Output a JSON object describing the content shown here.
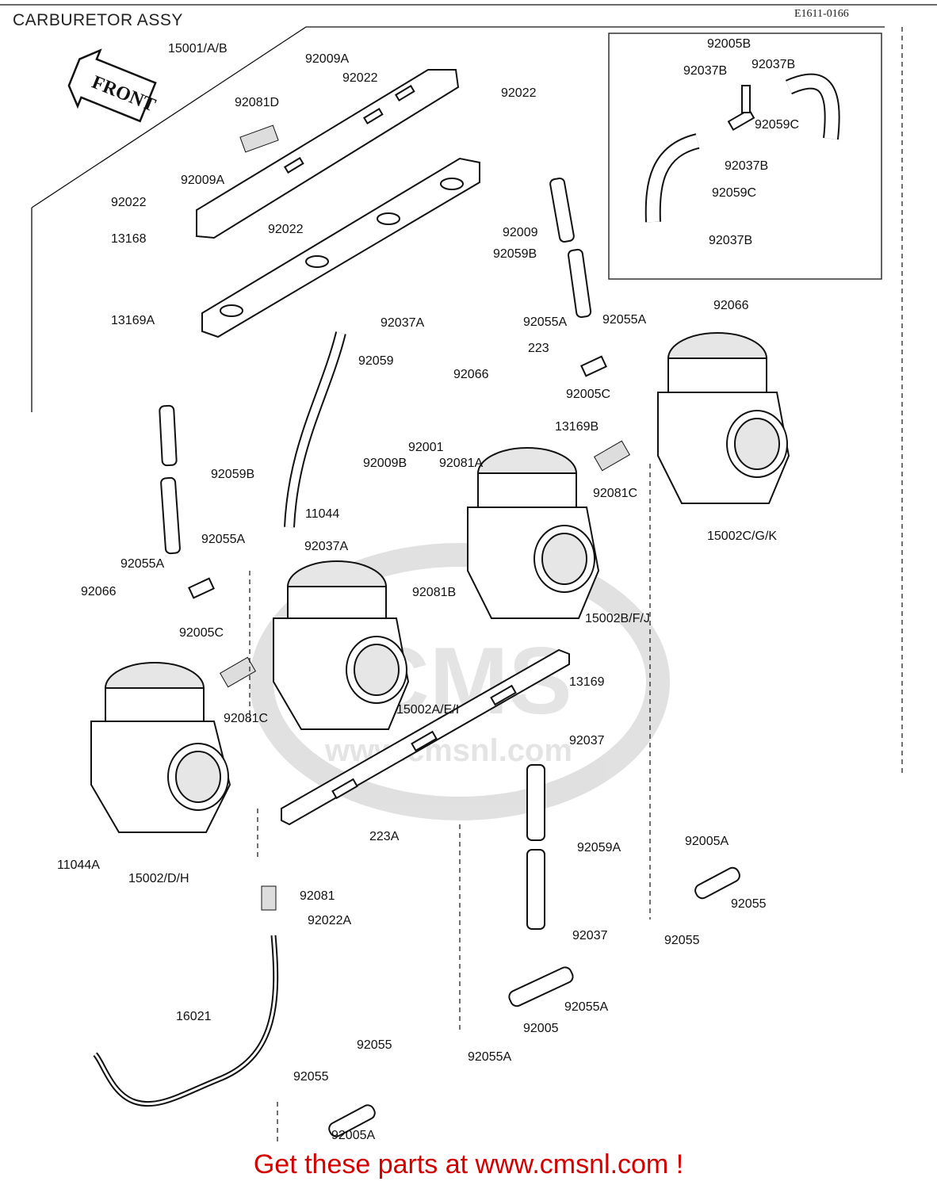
{
  "header": {
    "title": "CARBURETOR ASSY",
    "diagram_code": "E1611-0166"
  },
  "front_arrow_label": "FRONT",
  "footer": {
    "cta": "Get these parts at www.cmsnl.com !"
  },
  "watermark": {
    "text": "CMS",
    "url": "www.cmsnl.com"
  },
  "callouts": [
    "15001/A/B",
    "92009A",
    "92022",
    "92022",
    "92081D",
    "92009A",
    "92022",
    "92022",
    "13168",
    "92009",
    "92059B",
    "13169A",
    "92037A",
    "92059",
    "92055A",
    "92055A",
    "92066",
    "223",
    "92005C",
    "92066",
    "13169B",
    "92001",
    "92009B",
    "92081A",
    "11044",
    "92081C",
    "15002C/G/K",
    "92037A",
    "92059B",
    "92055A",
    "92055A",
    "92066",
    "92081B",
    "92005C",
    "15002B/F/J",
    "13169",
    "92081C",
    "15002A/E/I",
    "92037",
    "11044A",
    "15002/D/H",
    "223A",
    "92059A",
    "92005A",
    "92055",
    "92055",
    "92081",
    "92022A",
    "92037",
    "16021",
    "92055A",
    "92005",
    "92055A",
    "92055",
    "92055",
    "92005A",
    "92005B",
    "92037B",
    "92037B",
    "92059C",
    "92037B",
    "92059C",
    "92037B"
  ]
}
